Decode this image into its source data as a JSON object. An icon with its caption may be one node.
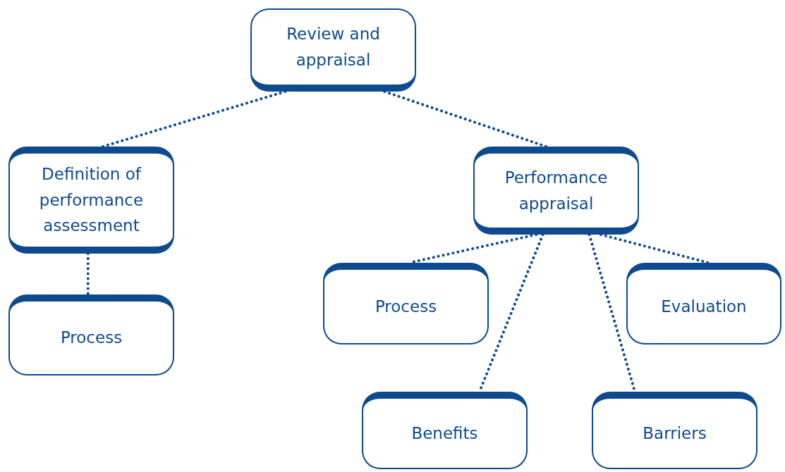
{
  "diagram": {
    "nodes": [
      {
        "text": [
          "Review and appraisal"
        ]
      },
      {
        "text": [
          "Definition of performance assessment"
        ]
      },
      {
        "text": [
          "Process"
        ]
      },
      {
        "text": [
          "Performance appraisal"
        ]
      },
      {
        "text": [
          "Process"
        ]
      },
      {
        "text": [
          "Evaluation"
        ]
      },
      {
        "text": [
          "Benefits"
        ]
      },
      {
        "text": [
          "Barriers"
        ]
      }
    ],
    "edges": [
      {
        "from": 0,
        "to": 1,
        "arrow": "none"
      },
      {
        "from": 0,
        "to": 3,
        "arrow": "none"
      },
      {
        "from": 1,
        "to": 2,
        "arrow": "none"
      },
      {
        "from": 3,
        "to": 4,
        "arrow": "none"
      },
      {
        "from": 3,
        "to": 5,
        "arrow": "none"
      },
      {
        "from": 3,
        "to": 6,
        "arrow": "none"
      },
      {
        "from": 3,
        "to": 7,
        "arrow": "none"
      }
    ]
  }
}
